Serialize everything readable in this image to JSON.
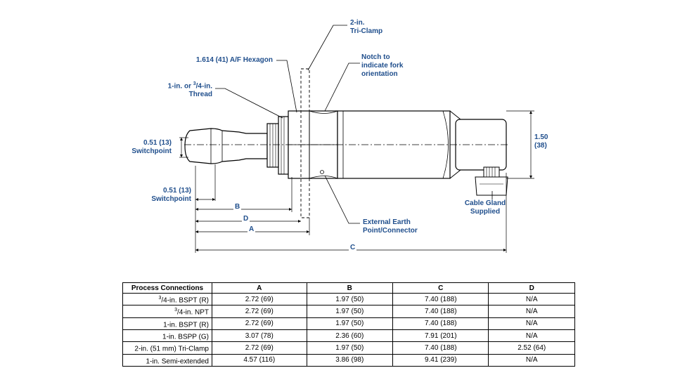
{
  "labels": {
    "triclamp_line1": "2-in.",
    "triclamp_line2": "Tri-Clamp",
    "hexagon": "1.614 (41) A/F Hexagon",
    "thread_line1_pre": "1-in. or ",
    "thread_line1_sup": "3",
    "thread_line1_post": "/4-in.",
    "thread_line2": "Thread",
    "notch_line1": "Notch to",
    "notch_line2": "indicate fork",
    "notch_line3": "orientation",
    "switchpoint1_line1": "0.51 (13)",
    "switchpoint1_line2": "Switchpoint",
    "switchpoint2_line1": "0.51 (13)",
    "switchpoint2_line2": "Switchpoint",
    "height_line1": "1.50",
    "height_line2": "(38)",
    "earth_line1": "External Earth",
    "earth_line2": "Point/Connector",
    "gland_line1": "Cable Gland",
    "gland_line2": "Supplied",
    "dim_b": "B",
    "dim_d": "D",
    "dim_a": "A",
    "dim_c": "C"
  },
  "table": {
    "headers": [
      "Process Connections",
      "A",
      "B",
      "C",
      "D"
    ],
    "rows": [
      {
        "sup": "3",
        "conn": "/4-in. BSPT (R)",
        "a": "2.72 (69)",
        "b": "1.97 (50)",
        "c": "7.40 (188)",
        "d": "N/A"
      },
      {
        "sup": "3",
        "conn": "/4-in. NPT",
        "a": "2.72 (69)",
        "b": "1.97 (50)",
        "c": "7.40 (188)",
        "d": "N/A"
      },
      {
        "sup": "",
        "conn": "1-in. BSPT (R)",
        "a": "2.72 (69)",
        "b": "1.97 (50)",
        "c": "7.40 (188)",
        "d": "N/A"
      },
      {
        "sup": "",
        "conn": "1-in. BSPP (G)",
        "a": "3.07 (78)",
        "b": "2.36 (60)",
        "c": "7.91 (201)",
        "d": "N/A"
      },
      {
        "sup": "",
        "conn": "2-in. (51 mm) Tri-Clamp",
        "a": "2.72 (69)",
        "b": "1.97 (50)",
        "c": "7.40 (188)",
        "d": "2.52 (64)"
      },
      {
        "sup": "",
        "conn": "1-in. Semi-extended",
        "a": "4.57 (116)",
        "b": "3.86 (98)",
        "c": "9.41 (239)",
        "d": "N/A"
      }
    ]
  }
}
